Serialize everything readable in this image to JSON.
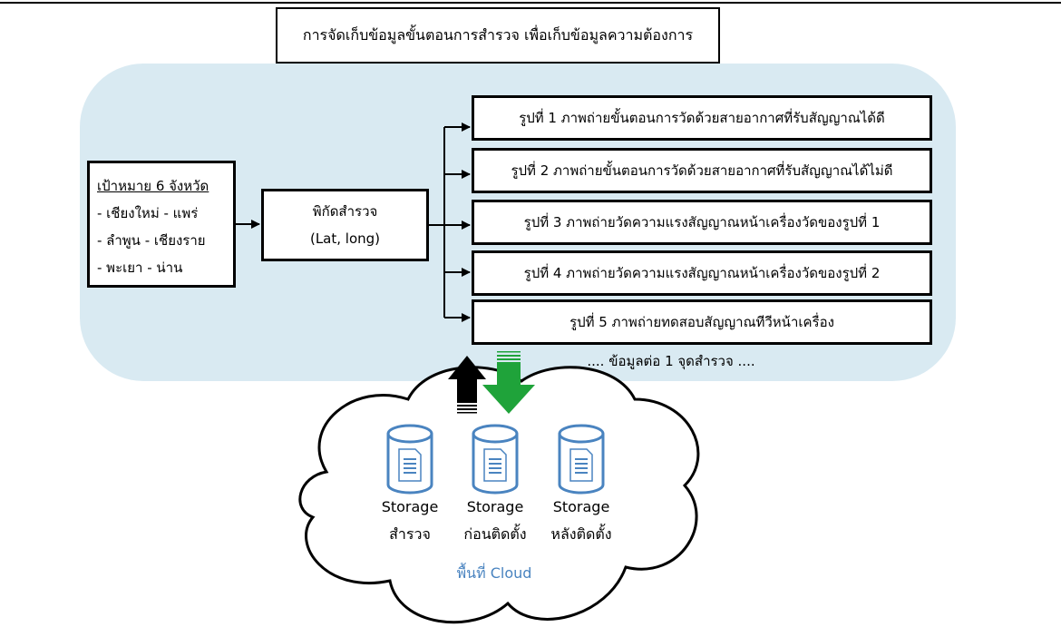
{
  "title": "การจัดเก็บข้อมูลขั้นตอนการสำรวจ เพื่อเก็บข้อมูลความต้องการ",
  "target": {
    "heading": "เป้าหมาย 6 จังหวัด",
    "lines": [
      "- เชียงใหม่ - แพร่",
      "- ลำพูน - เชียงราย",
      "- พะเยา - น่าน"
    ]
  },
  "coordinates": {
    "line1": "พิกัดสำรวจ",
    "line2": "(Lat, long)"
  },
  "pictures": [
    "รูปที่ 1 ภาพถ่ายขั้นตอนการวัดด้วยสายอากาศที่รับสัญญาณได้ดี",
    "รูปที่ 2 ภาพถ่ายขั้นตอนการวัดด้วยสายอากาศที่รับสัญญาณได้ไม่ดี",
    "รูปที่ 3 ภาพถ่ายวัดความแรงสัญญาณหน้าเครื่องวัดของรูปที่ 1",
    "รูปที่ 4 ภาพถ่ายวัดความแรงสัญญาณหน้าเครื่องวัดของรูปที่ 2",
    "รูปที่ 5 ภาพถ่ายทดสอบสัญญาณทีวีหน้าเครื่อง"
  ],
  "footnote": ".... ข้อมูลต่อ 1 จุดสำรวจ ....",
  "storages": [
    {
      "line1": "Storage",
      "line2": "สำรวจ"
    },
    {
      "line1": "Storage",
      "line2": "ก่อนติดตั้ง"
    },
    {
      "line1": "Storage",
      "line2": "หลังติดตั้ง"
    }
  ],
  "cloud_label": "พื้นที่ Cloud",
  "colors": {
    "panel": "#d9eaf2",
    "cylinder_stroke": "#4a84c0",
    "download_arrow": "#1fa33a",
    "upload_arrow": "#000000",
    "cloud_label": "#4a84c0"
  },
  "icons": [
    "database-icon",
    "document-icon",
    "upload-arrow-icon",
    "download-arrow-icon",
    "cloud-icon"
  ]
}
